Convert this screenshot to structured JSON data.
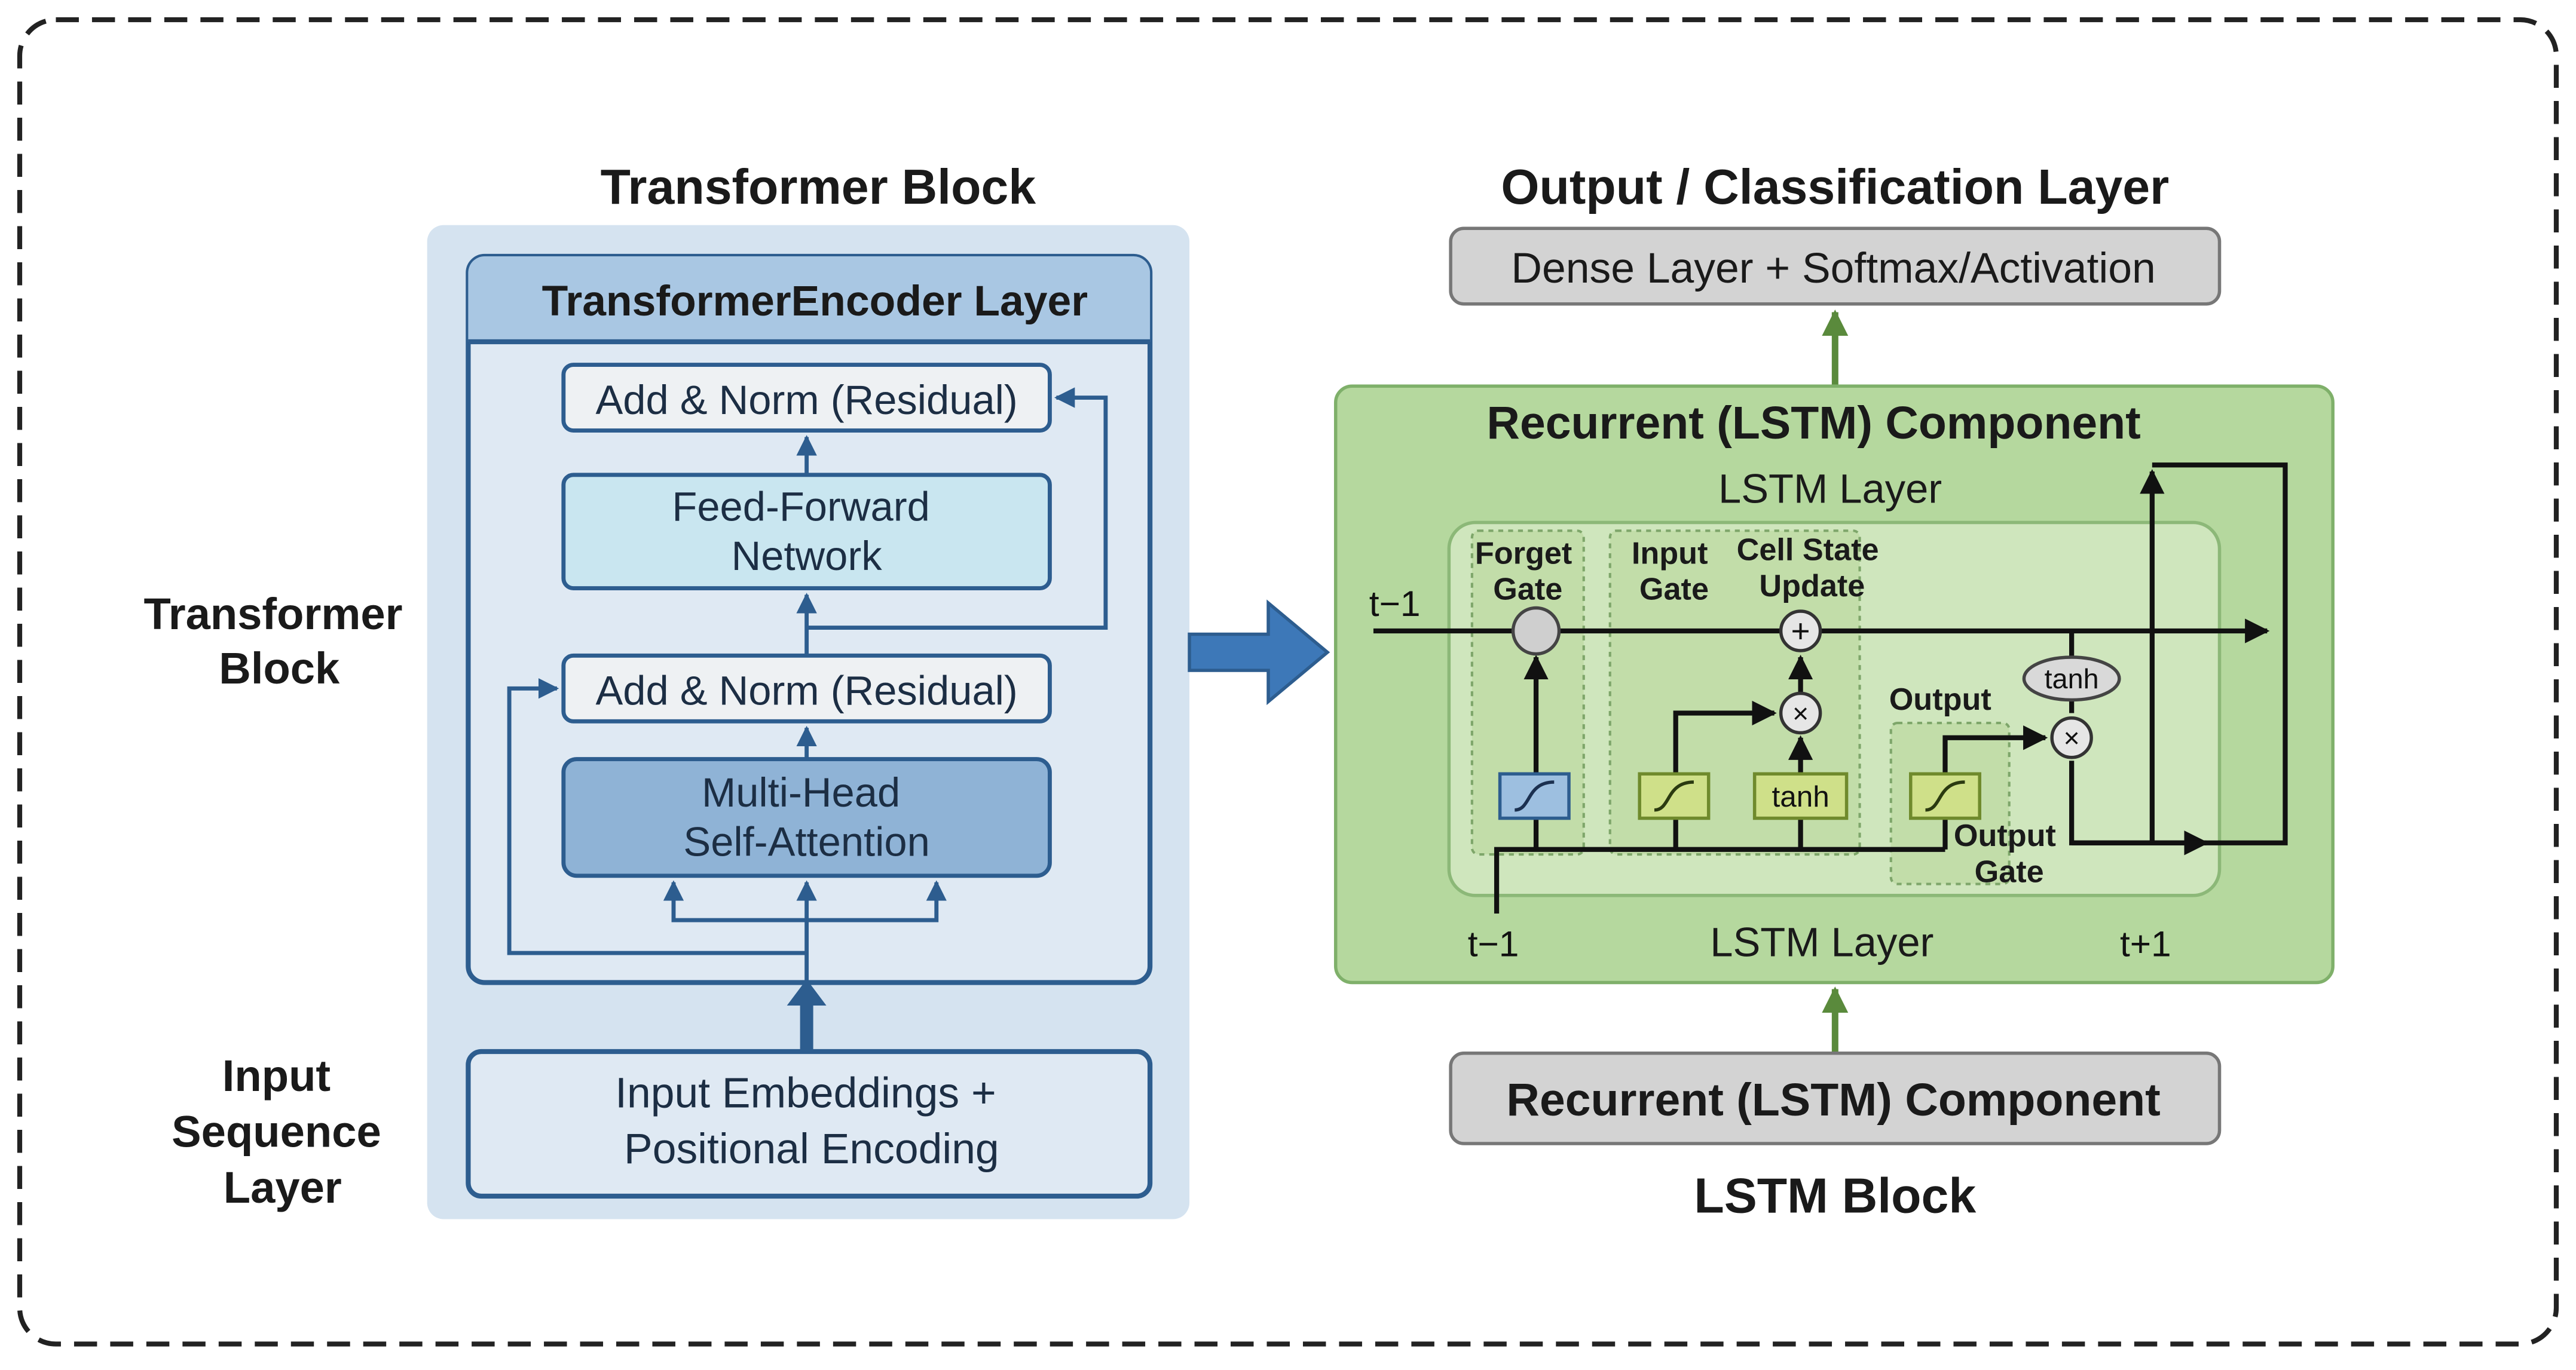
{
  "transformer": {
    "title": "Transformer Block",
    "side_label_line1": "Transformer",
    "side_label_line2": "Block",
    "encoder_title": "TransformerEncoder Layer",
    "add_norm_top": "Add & Norm (Residual)",
    "ffn_line1": "Feed-Forward",
    "ffn_line2": "Network",
    "add_norm_bottom": "Add & Norm (Residual)",
    "mhsa_line1": "Multi-Head",
    "mhsa_line2": "Self-Attention",
    "input_side_line1": "Input",
    "input_side_line2": "Sequence",
    "input_side_line3": "Layer",
    "input_line1": "Input Embeddings +",
    "input_line2": "Positional Encoding"
  },
  "output": {
    "title": "Output / Classification Layer",
    "dense": "Dense Layer + Softmax/Activation"
  },
  "lstm": {
    "component_title": "Recurrent (LSTM) Component",
    "layer_top": "LSTM Layer",
    "forget_line1": "Forget",
    "forget_line2": "Gate",
    "input_line1": "Input",
    "input_line2": "Gate",
    "cell_line1": "Cell State",
    "cell_line2": "Update",
    "output_label": "Output",
    "output_gate_line1": "Output",
    "output_gate_line2": "Gate",
    "tanh_cell": "tanh",
    "tanh_out": "tanh",
    "t_prev_top": "t−1",
    "t_prev_bottom": "t−1",
    "t_next": "t+1",
    "layer_bottom": "LSTM Layer",
    "bottom_component": "Recurrent (LSTM) Component",
    "block_title": "LSTM Block"
  },
  "colors": {
    "transformer_panel": "#d5e3f0",
    "ffn_fill": "#c9e6f0",
    "mhsa_fill": "#8fb3d6",
    "lstm_panel": "#b5d89e",
    "gate_sigmoid": "#cfe089",
    "arrow_blue": "#2d5d8f",
    "arrow_green": "#5a8a3c"
  }
}
